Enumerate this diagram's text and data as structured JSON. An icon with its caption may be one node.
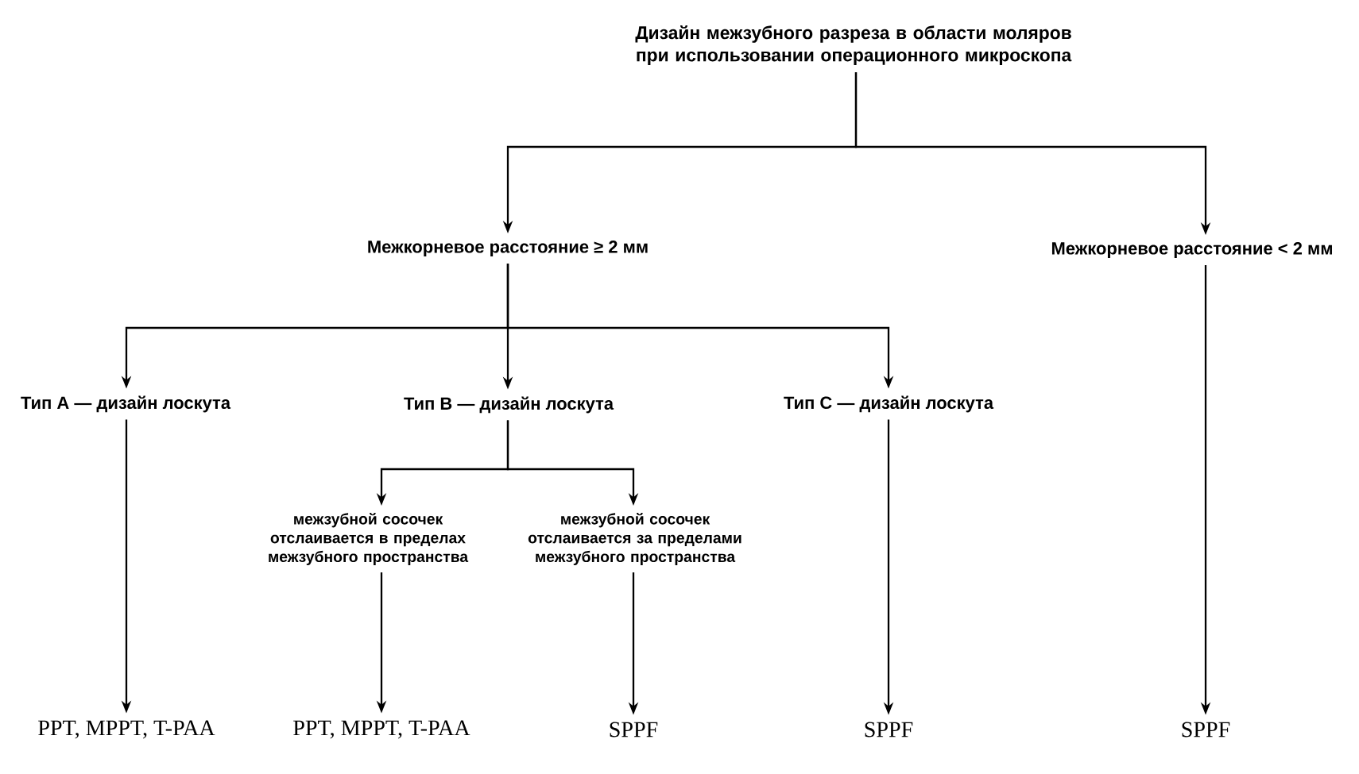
{
  "diagram": {
    "nodes": [
      {
        "text": [
          "Дизайн межзубного разреза в области моляров при использовании операционного микроскопа"
        ]
      },
      {
        "text": [
          "Межкорневое расстояние ≥ 2 мм"
        ]
      },
      {
        "text": [
          "Межкорневое расстояние < 2 мм"
        ]
      },
      {
        "text": [
          "Тип A — дизайн лоскута"
        ]
      },
      {
        "text": [
          "Тип B — дизайн лоскута"
        ]
      },
      {
        "text": [
          "Тип C — дизайн лоскута"
        ]
      },
      {
        "text": [
          "межзубной сосочек отслаивается в пределах межзубного пространства"
        ]
      },
      {
        "text": [
          "межзубной сосочек отслаивается за пределами межзубного пространства"
        ]
      },
      {
        "text": [
          "PPT, MPPT, T-PAA"
        ]
      },
      {
        "text": [
          "PPT, MPPT, T-PAA"
        ]
      },
      {
        "text": [
          "SPPF"
        ]
      },
      {
        "text": [
          "SPPF"
        ]
      },
      {
        "text": [
          "SPPF"
        ]
      }
    ],
    "edges": [
      {
        "from": 0,
        "to": 1,
        "arrow": "to"
      },
      {
        "from": 0,
        "to": 2,
        "arrow": "to"
      },
      {
        "from": 1,
        "to": 3,
        "arrow": "to"
      },
      {
        "from": 1,
        "to": 4,
        "arrow": "to"
      },
      {
        "from": 1,
        "to": 5,
        "arrow": "to"
      },
      {
        "from": 4,
        "to": 6,
        "arrow": "to"
      },
      {
        "from": 4,
        "to": 7,
        "arrow": "to"
      },
      {
        "from": 3,
        "to": 8,
        "arrow": "to"
      },
      {
        "from": 6,
        "to": 9,
        "arrow": "to"
      },
      {
        "from": 7,
        "to": 10,
        "arrow": "to"
      },
      {
        "from": 5,
        "to": 11,
        "arrow": "to"
      },
      {
        "from": 2,
        "to": 12,
        "arrow": "to"
      }
    ]
  }
}
